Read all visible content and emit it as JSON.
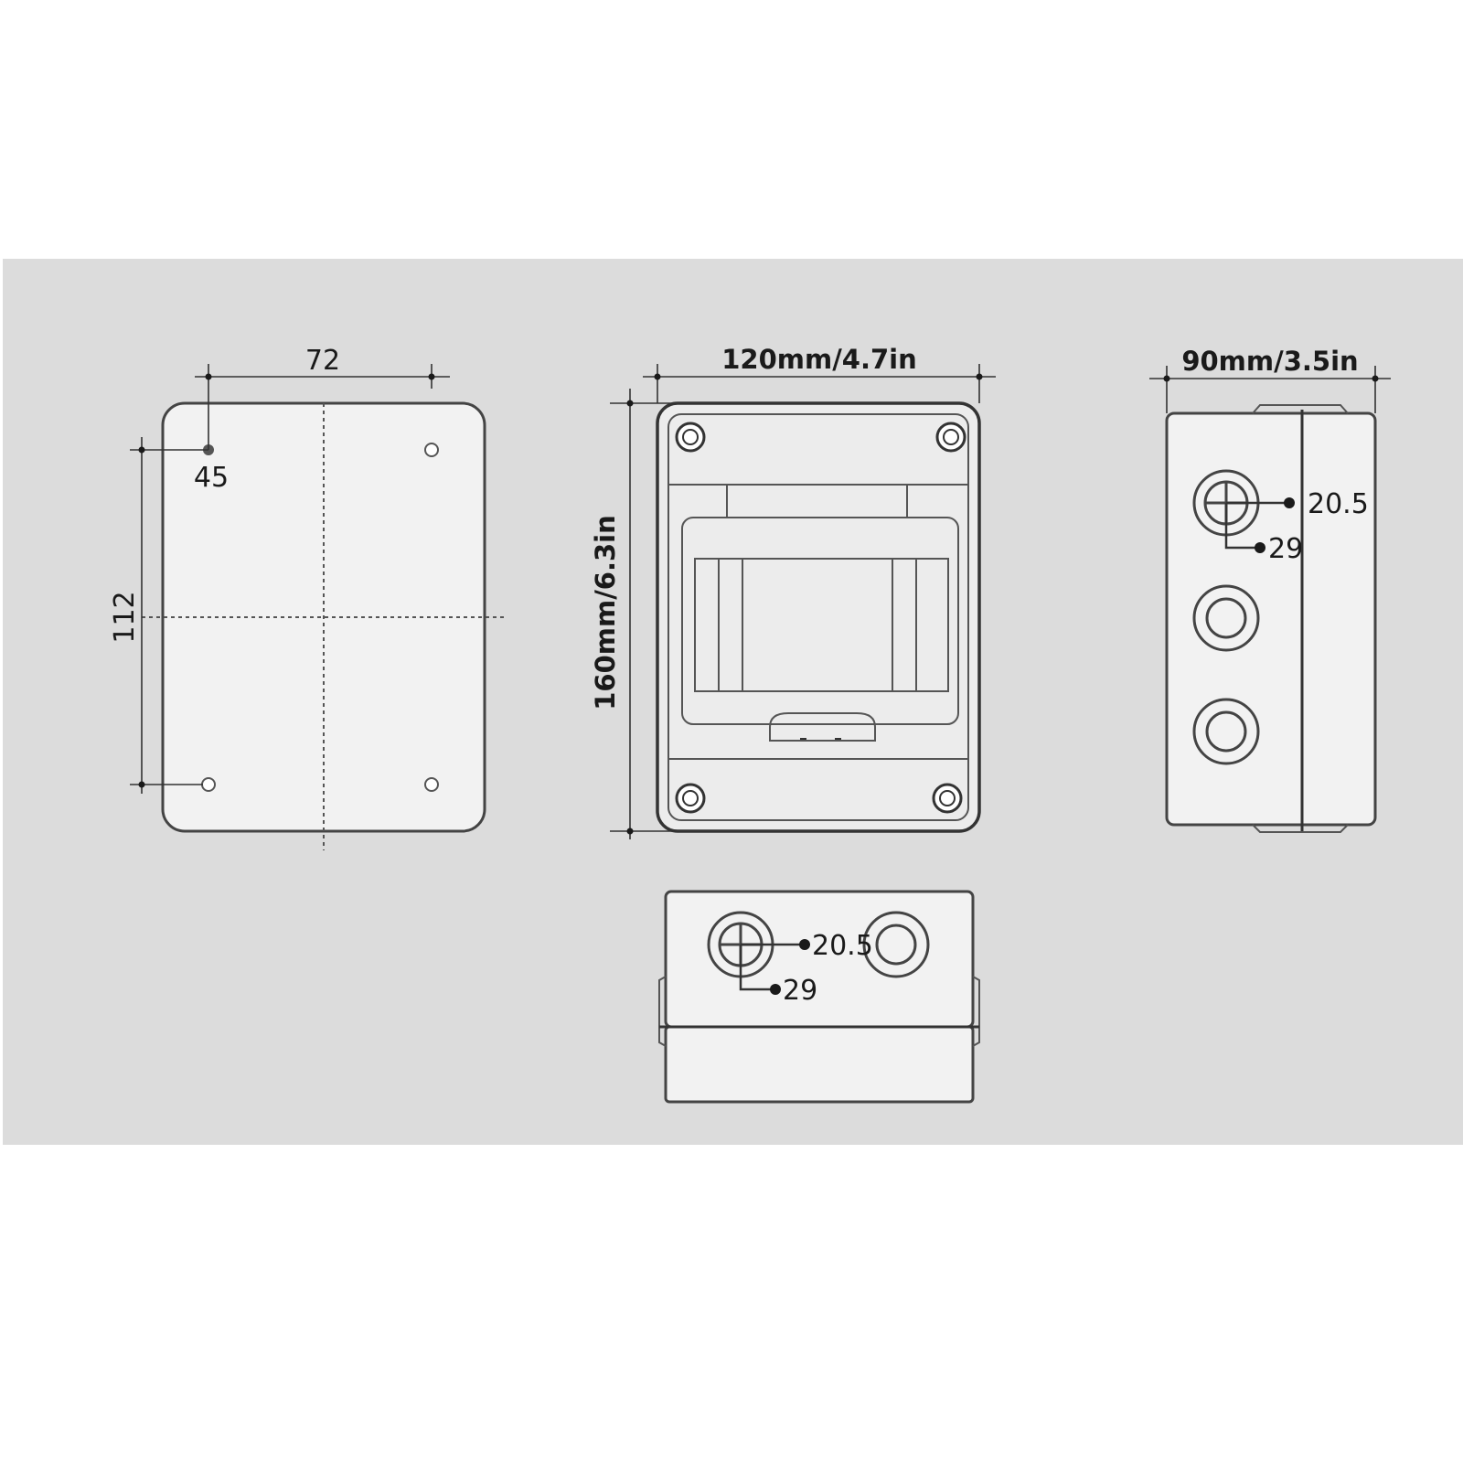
{
  "back_view": {
    "width_label": "72",
    "height_label": "112",
    "hole_label": "45"
  },
  "front_view": {
    "width_label": "120mm/4.7in",
    "height_label": "160mm/6.3in"
  },
  "side_view": {
    "width_label": "90mm/3.5in",
    "knockout_inner_label": "20.5",
    "knockout_outer_label": "29"
  },
  "bottom_view": {
    "knockout_inner_label": "20.5",
    "knockout_outer_label": "29"
  },
  "colors": {
    "panel_background": "#dcdcdc",
    "line": "#4a4a4a",
    "text": "#1a1a1a"
  }
}
